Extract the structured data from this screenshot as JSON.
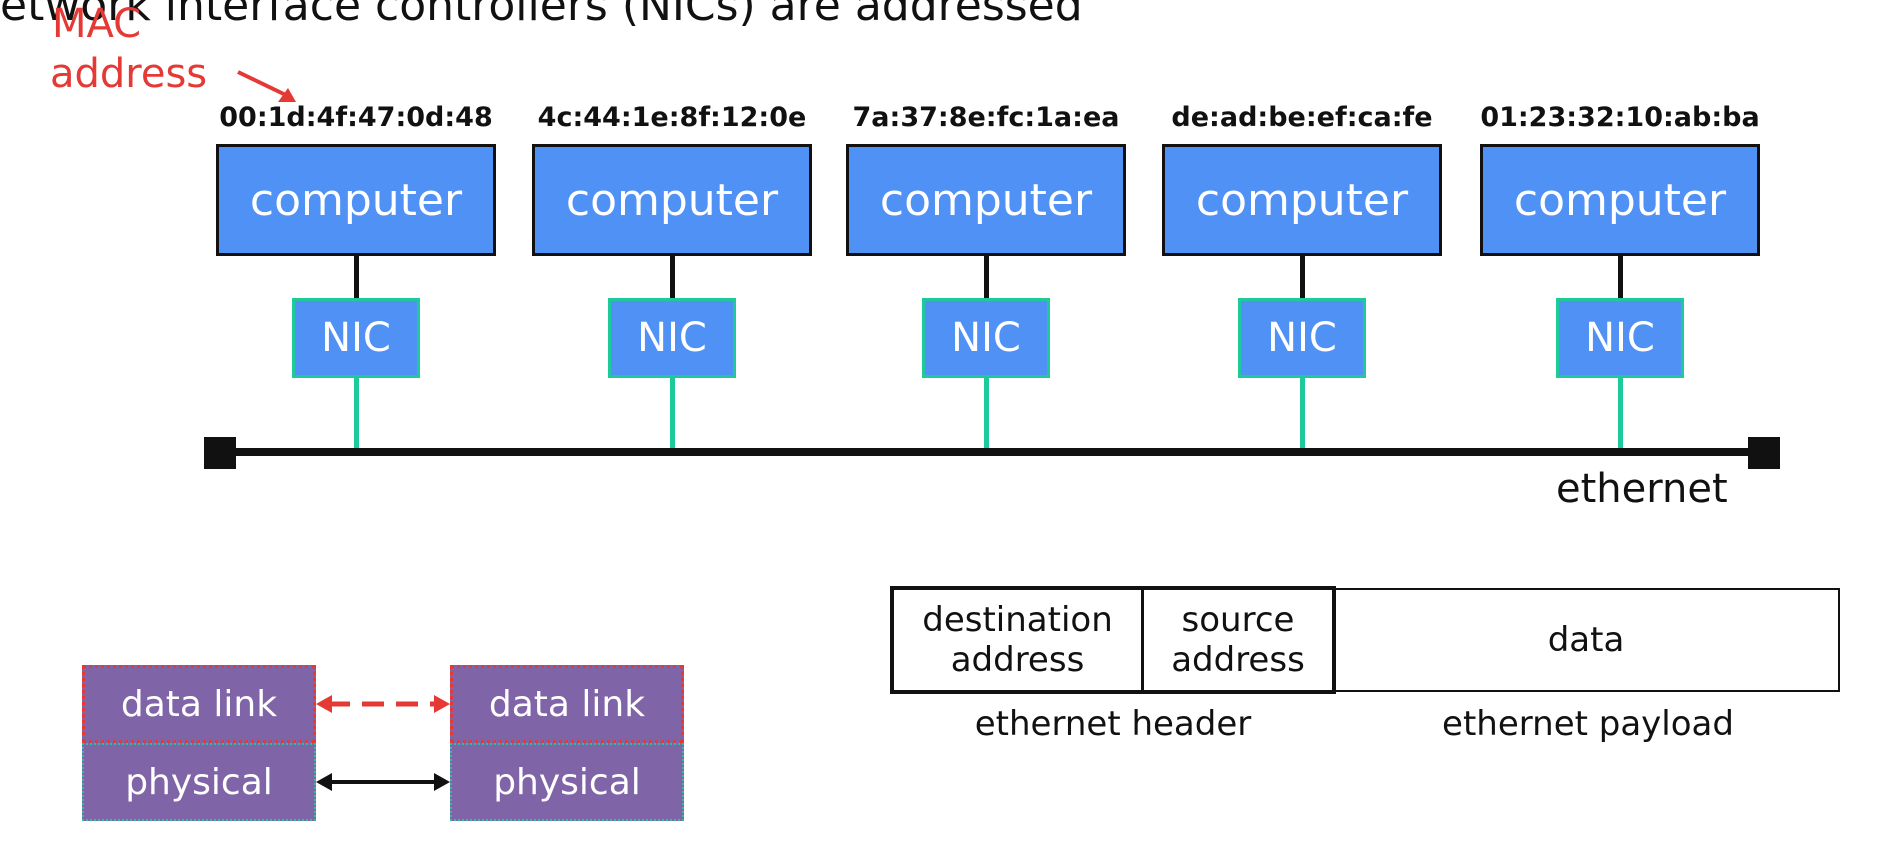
{
  "title": "etwork interface controllers (NICs) are addressed",
  "annotation": {
    "line1": "MAC",
    "line2": "address",
    "color": "#e53935"
  },
  "computers": [
    {
      "mac": "00:1d:4f:47:0d:48",
      "label": "computer",
      "nic": "NIC"
    },
    {
      "mac": "4c:44:1e:8f:12:0e",
      "label": "computer",
      "nic": "NIC"
    },
    {
      "mac": "7a:37:8e:fc:1a:ea",
      "label": "computer",
      "nic": "NIC"
    },
    {
      "mac": "de:ad:be:ef:ca:fe",
      "label": "computer",
      "nic": "NIC"
    },
    {
      "mac": "01:23:32:10:ab:ba",
      "label": "computer",
      "nic": "NIC"
    }
  ],
  "bus": {
    "label": "ethernet"
  },
  "layers": {
    "left": {
      "data_link": "data link",
      "physical": "physical"
    },
    "right": {
      "data_link": "data link",
      "physical": "physical"
    }
  },
  "frame": {
    "destination": "destination address",
    "source": "source address",
    "data": "data",
    "header_label": "ethernet header",
    "payload_label": "ethernet payload"
  },
  "colors": {
    "computer_fill": "#4f91f5",
    "nic_border": "#1ec99a",
    "layer_fill": "#8064a8",
    "annotation": "#e53935"
  }
}
